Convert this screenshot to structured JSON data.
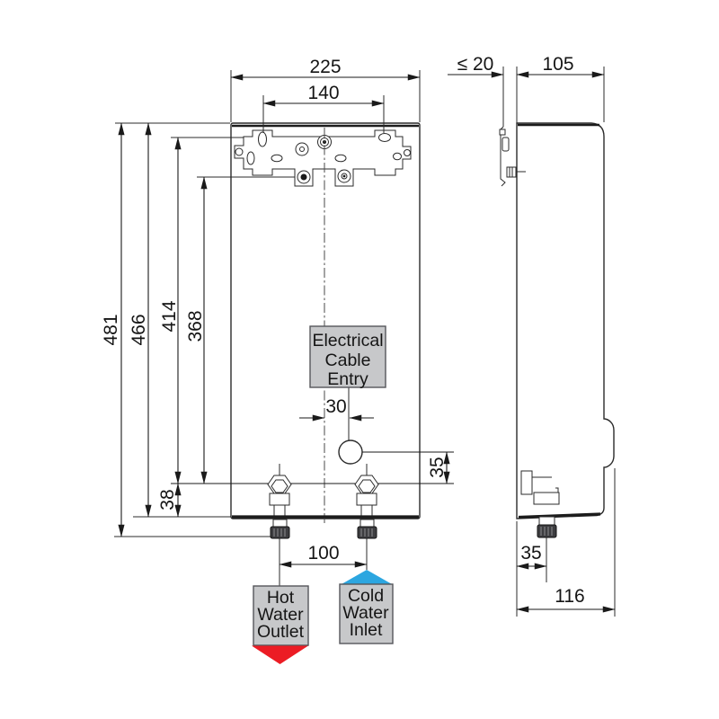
{
  "dims": {
    "front_width": "225",
    "mount_hole_spacing": "140",
    "overall_height": "481",
    "body_height": "466",
    "top_holes_to_pipes": "414",
    "lower_holes_to_pipes": "368",
    "pipes_to_bottom": "38",
    "cable_entry_offset": "30",
    "cable_to_pipes": "35",
    "pipe_spacing": "100",
    "wall_gap": "≤ 20",
    "body_depth": "105",
    "pipe_depth_offset": "35",
    "overall_depth": "116"
  },
  "labels": {
    "cable_entry": [
      "Electrical",
      "Cable",
      "Entry"
    ],
    "hot_outlet": [
      "Hot",
      "Water",
      "Outlet"
    ],
    "cold_inlet": [
      "Cold",
      "Water",
      "Inlet"
    ]
  },
  "colors": {
    "hot": "#ec1c24",
    "cold": "#2ca6e0",
    "label_bg": "#c7c8ca"
  }
}
